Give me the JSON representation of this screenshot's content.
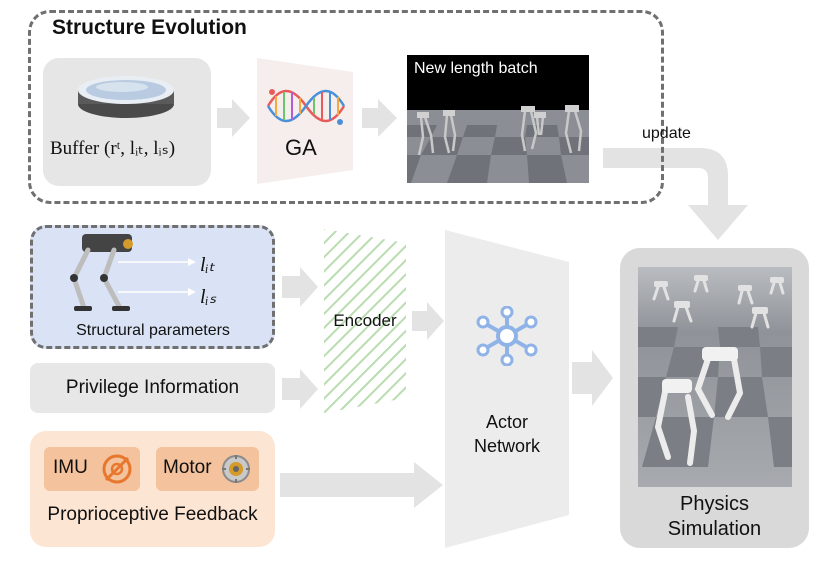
{
  "title": "Structure Evolution",
  "buffer": {
    "label": "Buffer (rᵗ, lᵢₜ, lᵢₛ)"
  },
  "ga": {
    "label": "GA"
  },
  "video": {
    "caption": "New length batch"
  },
  "update": {
    "label": "update"
  },
  "structural": {
    "caption": "Structural parameters",
    "param_t": "lᵢₜ",
    "param_s": "lᵢₛ"
  },
  "privilege": {
    "label": "Privilege Information"
  },
  "encoder": {
    "label": "Encoder"
  },
  "actor": {
    "line1": "Actor",
    "line2": "Network"
  },
  "proprio": {
    "label": "Proprioceptive Feedback",
    "imu": "IMU",
    "motor": "Motor"
  },
  "simulation": {
    "line1": "Physics",
    "line2": "Simulation"
  },
  "colors": {
    "struct_bg": "#d9e3f5",
    "proprio_bg": "#fde5d3",
    "chip_bg": "#f4c29c",
    "arrow": "#e3e3e3",
    "icon_orange": "#e8772e",
    "net_blue": "#8fb3e6"
  }
}
